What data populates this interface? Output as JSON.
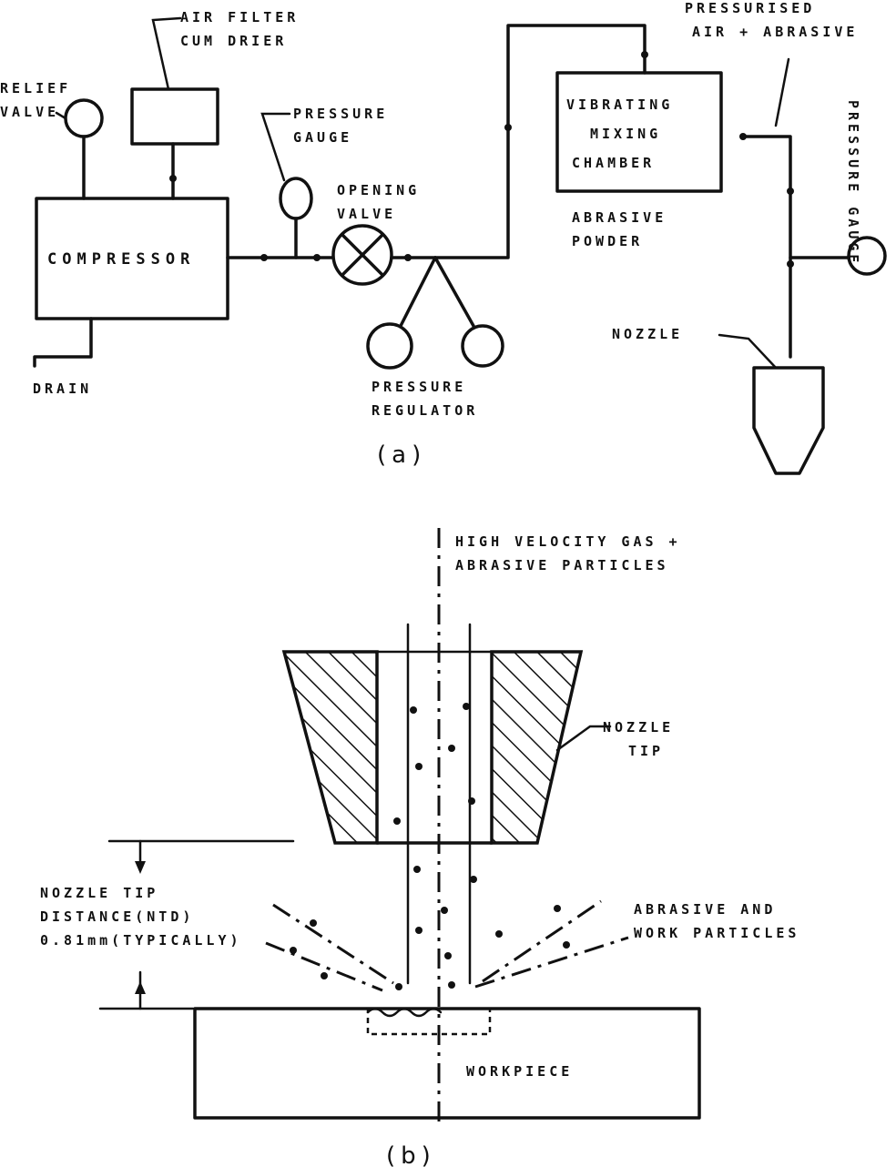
{
  "part_a": {
    "caption": "(a)",
    "relief_valve": [
      "RELIEF",
      "VALVE"
    ],
    "air_filter": [
      "AIR FILTER",
      "CUM DRIER"
    ],
    "pressure_gauge_1": [
      "PRESSURE",
      "GAUGE"
    ],
    "opening_valve": [
      "OPENING",
      "VALVE"
    ],
    "compressor": "COMPRESSOR",
    "drain": "DRAIN",
    "pressure_regulator": [
      "PRESSURE",
      "REGULATOR"
    ],
    "mixing_chamber": [
      "VIBRATING",
      "MIXING",
      "CHAMBER"
    ],
    "abrasive_powder": [
      "ABRASIVE",
      "POWDER"
    ],
    "pressurised": [
      "PRESSURISED",
      "AIR + ABRASIVE"
    ],
    "pressure_gauge_2": "PRESSURE GAUGE",
    "nozzle": "NOZZLE"
  },
  "part_b": {
    "caption": "(b)",
    "gas_label": [
      "HIGH VELOCITY GAS +",
      "ABRASIVE PARTICLES"
    ],
    "nozzle_tip": [
      "NOZZLE",
      "TIP"
    ],
    "tip_distance": [
      "NOZZLE TIP",
      "DISTANCE(NTD)",
      "0.81mm(TYPICALLY)"
    ],
    "abrasive_work": [
      "ABRASIVE AND",
      "WORK PARTICLES"
    ],
    "workpiece": "WORKPIECE"
  }
}
